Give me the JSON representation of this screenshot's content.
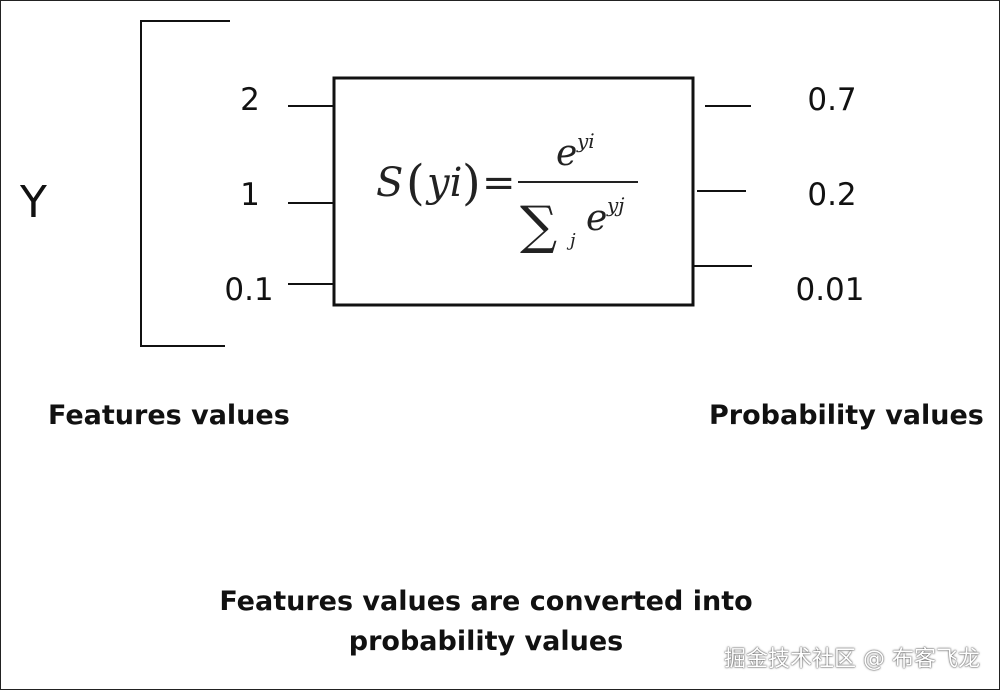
{
  "axis_label": "Y",
  "inputs": [
    "2",
    "1",
    "0.1"
  ],
  "outputs": [
    "0.7",
    "0.2",
    "0.01"
  ],
  "formula": {
    "lhs_func": "S",
    "lhs_arg": "yi",
    "equals": "=",
    "num_base": "e",
    "num_exp": "yi",
    "sum_symbol": "∑",
    "sum_index": "j",
    "den_base": "e",
    "den_exp": "yj"
  },
  "labels": {
    "features": "Features values",
    "probabilities": "Probability values"
  },
  "caption": {
    "line1": "Features values are converted into",
    "line2": "probability values"
  },
  "watermark": "掘金技术社区 @ 布客飞龙",
  "colors": {
    "ink": "#111111",
    "background": "#ffffff"
  }
}
